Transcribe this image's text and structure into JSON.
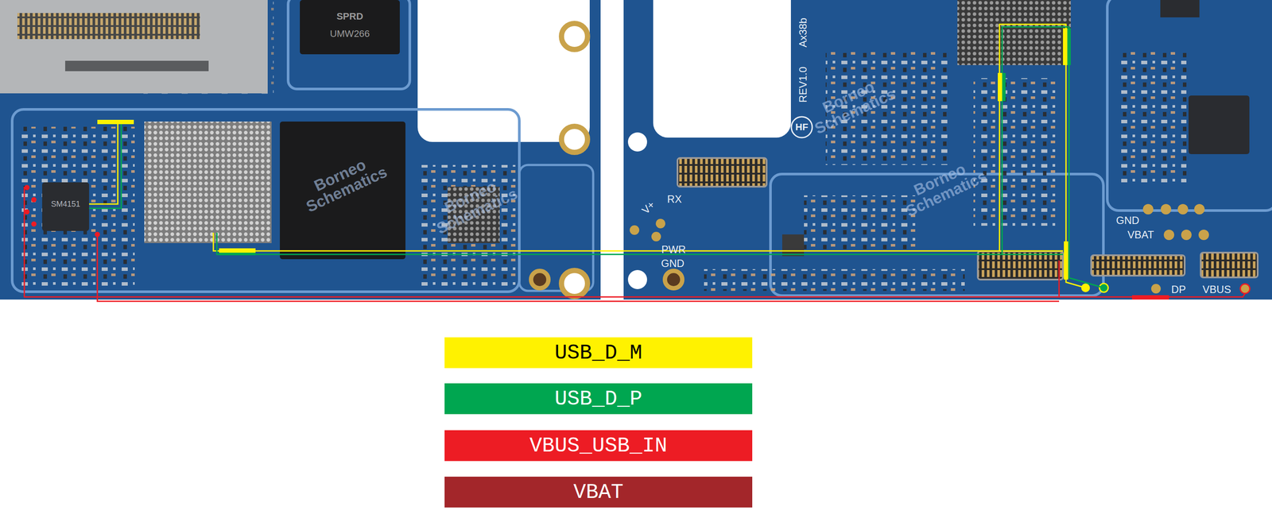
{
  "diagram": {
    "labels": [
      "SPRD",
      "UMW266",
      "SM4151",
      "Ax38b",
      "REV1.0",
      "HF",
      "RX",
      "V+",
      "PWR",
      "GND",
      "GND",
      "VBAT",
      "DP",
      "VBUS",
      "Borneo Schematics",
      "Borneo Schematics",
      "Borneo Schematics",
      "Borneo Schematics"
    ],
    "legend": [
      {
        "text": "USB_D_M",
        "color": "#FFF200"
      },
      {
        "text": "USB_D_P",
        "color": "#00A650"
      },
      {
        "text": "VBUS_USB_IN",
        "color": "#ED1C24"
      },
      {
        "text": "VBAT",
        "color": "#A3262A"
      }
    ]
  }
}
